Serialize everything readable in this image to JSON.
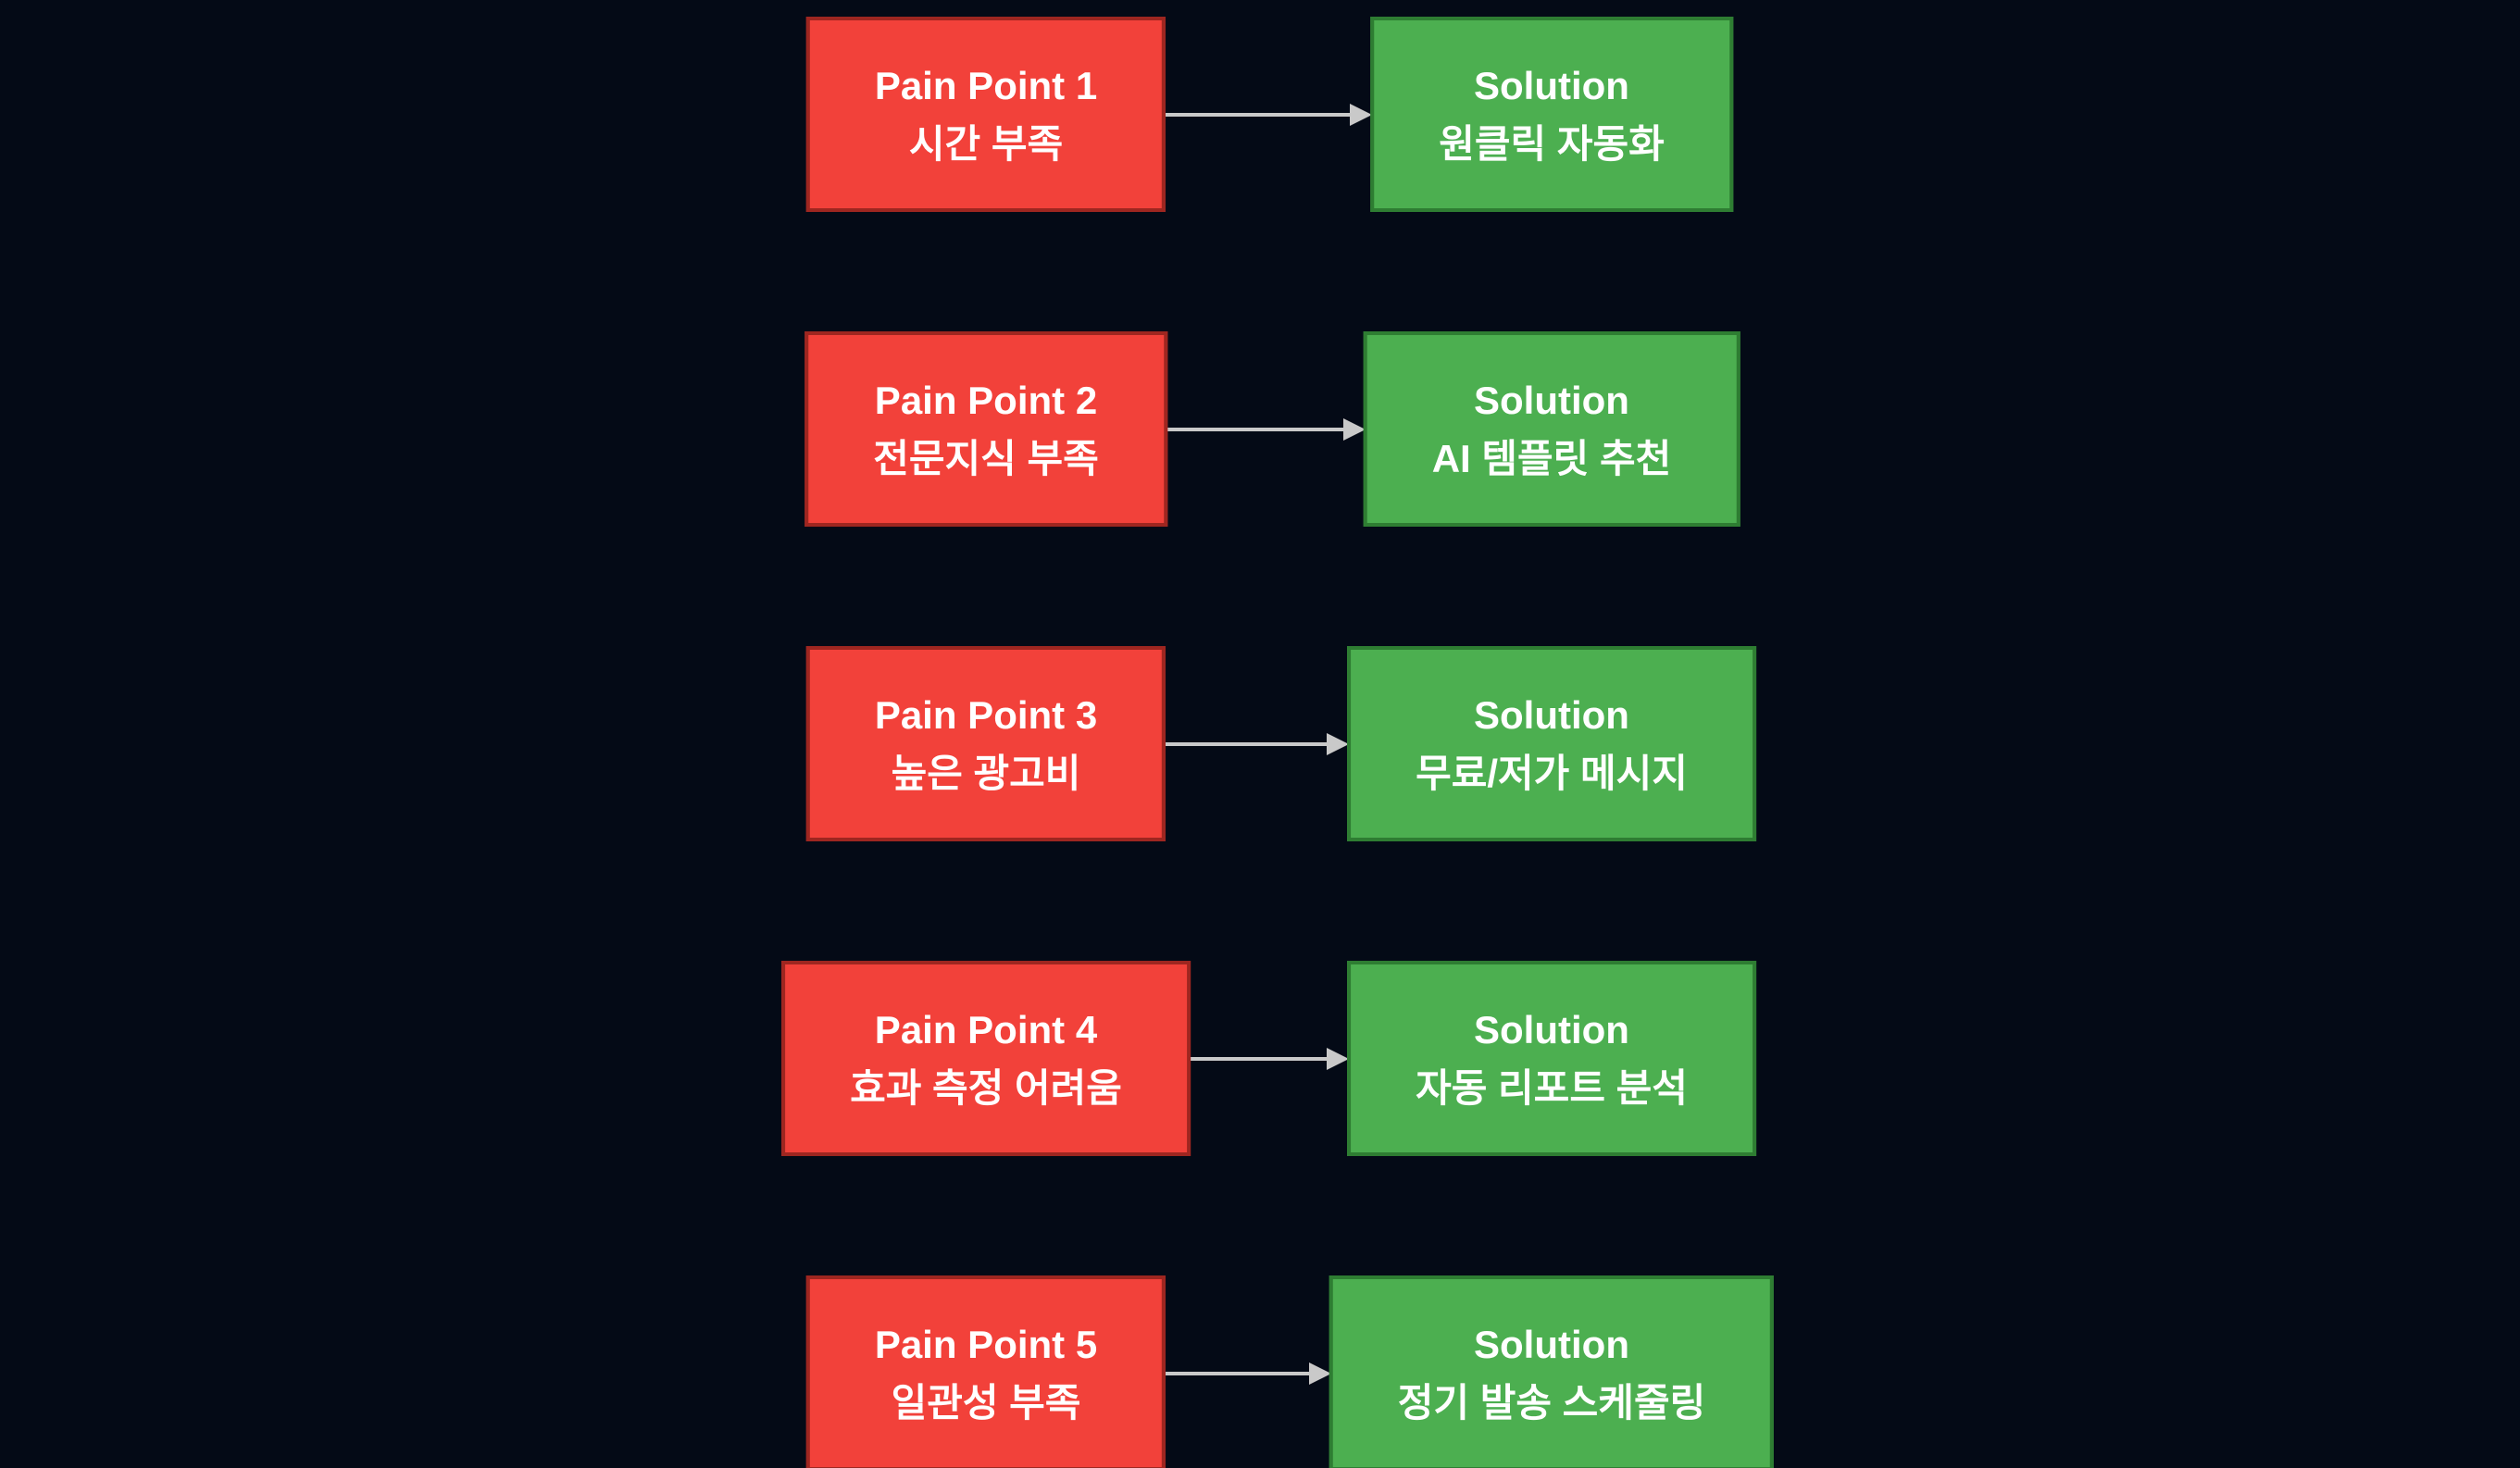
{
  "diagram": {
    "colors": {
      "background": "#040a16",
      "pain_fill": "#f2413a",
      "pain_border": "#9e2620",
      "solution_fill": "#4caf50",
      "solution_border": "#2e7d32",
      "arrow": "#c9c9c9",
      "text": "#ffffff"
    },
    "rows": [
      {
        "pain_title": "Pain Point 1",
        "pain_detail": "시간 부족",
        "solution_title": "Solution",
        "solution_detail": "원클릭 자동화"
      },
      {
        "pain_title": "Pain Point 2",
        "pain_detail": "전문지식 부족",
        "solution_title": "Solution",
        "solution_detail": "AI 템플릿 추천"
      },
      {
        "pain_title": "Pain Point 3",
        "pain_detail": "높은 광고비",
        "solution_title": "Solution",
        "solution_detail": "무료/저가 메시지"
      },
      {
        "pain_title": "Pain Point 4",
        "pain_detail": "효과 측정 어려움",
        "solution_title": "Solution",
        "solution_detail": "자동 리포트 분석"
      },
      {
        "pain_title": "Pain Point 5",
        "pain_detail": "일관성 부족",
        "solution_title": "Solution",
        "solution_detail": "정기 발송 스케줄링"
      }
    ]
  }
}
